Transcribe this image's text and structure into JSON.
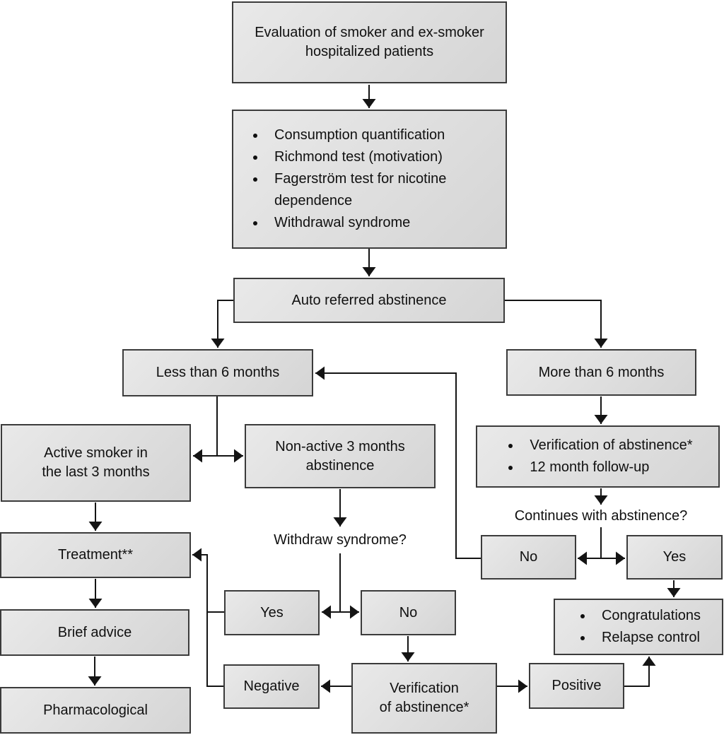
{
  "figure": {
    "background": "#ffffff",
    "box_fill_top": "#e9e9e9",
    "box_fill_bottom": "#d5d5d5",
    "box_border": "#3b3b3b",
    "arrow_color": "#141414",
    "text_color": "#101010"
  },
  "nodes": {
    "evaluation": {
      "label": "Evaluation of smoker and ex-smoker\nhospitalized patients"
    },
    "assessment": {
      "items": [
        "Consumption quantification",
        "Richmond test (motivation)",
        "Fagerström test for nicotine dependence",
        "Withdrawal syndrome"
      ]
    },
    "auto_referred": {
      "label": "Auto referred abstinence"
    },
    "less_than_6": {
      "label": "Less than 6 months"
    },
    "more_than_6": {
      "label": "More than 6 months"
    },
    "active_smoker": {
      "label": "Active smoker in\nthe last 3 months"
    },
    "non_active": {
      "label": "Non-active 3 months\nabstinence"
    },
    "verification_followup": {
      "items": [
        "Verification of abstinence*",
        "12 month follow-up"
      ]
    },
    "continues_question": {
      "label": "Continues with abstinence?"
    },
    "no_continues": {
      "label": "No"
    },
    "yes_continues": {
      "label": "Yes"
    },
    "treatment": {
      "label": "Treatment**"
    },
    "withdraw_question": {
      "label": "Withdraw syndrome?"
    },
    "yes_withdraw": {
      "label": "Yes"
    },
    "no_withdraw": {
      "label": "No"
    },
    "brief_advice": {
      "label": "Brief advice"
    },
    "congratulations": {
      "items": [
        "Congratulations",
        "Relapse control"
      ]
    },
    "negative": {
      "label": "Negative"
    },
    "verification_abstinence": {
      "label": "Verification\nof abstinence*"
    },
    "positive": {
      "label": "Positive"
    },
    "pharmacological": {
      "label": "Pharmacological"
    }
  }
}
